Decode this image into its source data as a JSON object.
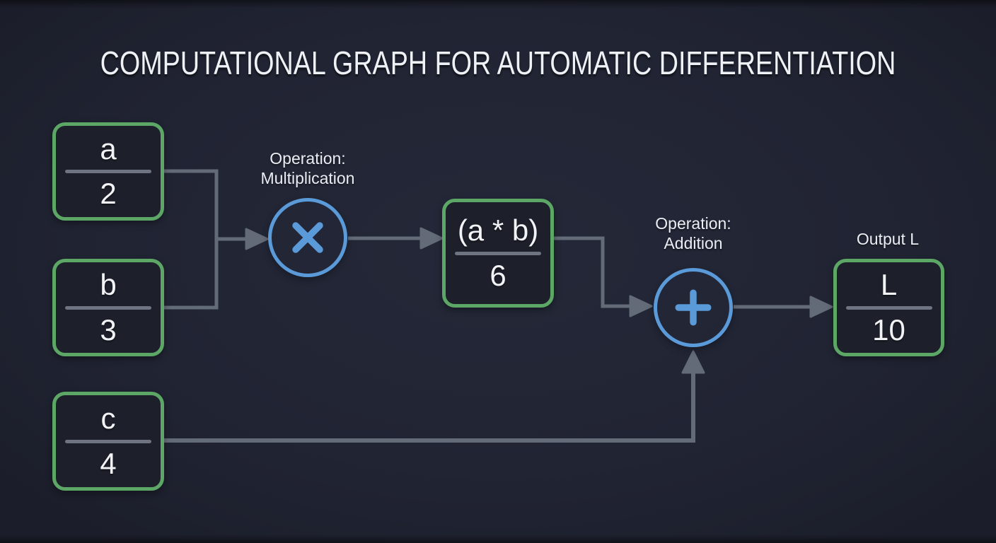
{
  "title": "COMPUTATIONAL GRAPH FOR AUTOMATIC DIFFERENTIATION",
  "nodes": {
    "a": {
      "label": "a",
      "value": "2"
    },
    "b": {
      "label": "b",
      "value": "3"
    },
    "c": {
      "label": "c",
      "value": "4"
    },
    "ab": {
      "label": "(a * b)",
      "value": "6"
    },
    "l": {
      "label": "L",
      "value": "10"
    }
  },
  "operations": {
    "multiplication": {
      "title": "Operation:",
      "name": "Multiplication",
      "symbol": "×"
    },
    "addition": {
      "title": "Operation:",
      "name": "Addition",
      "symbol": "+"
    }
  },
  "output_label": "Output L",
  "colors": {
    "background": "#212433",
    "node_fill": "#1d202b",
    "node_border": "#5ca766",
    "operation_border": "#5b9ad8",
    "operation_symbol": "#5b9ad8",
    "edge": "#646b78",
    "divider": "#6e7482",
    "text": "#f1f3f6"
  }
}
